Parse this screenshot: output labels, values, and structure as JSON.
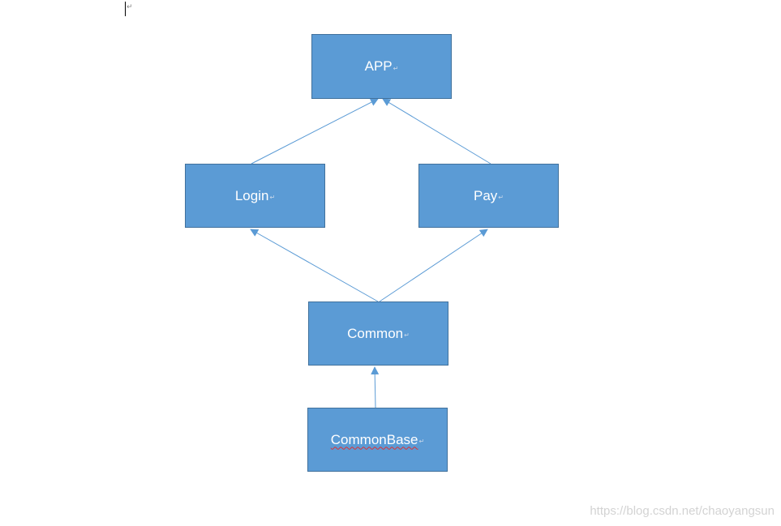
{
  "paragraph_mark": "↵",
  "nodes": {
    "app": "APP",
    "login": "Login",
    "pay": "Pay",
    "common": "Common",
    "common_base": "CommonBase"
  },
  "colors": {
    "box_fill": "#5b9bd5",
    "box_border": "#41719c",
    "arrow": "#5b9bd5",
    "text": "#ffffff"
  },
  "watermark": "https://blog.csdn.net/chaoyangsun"
}
